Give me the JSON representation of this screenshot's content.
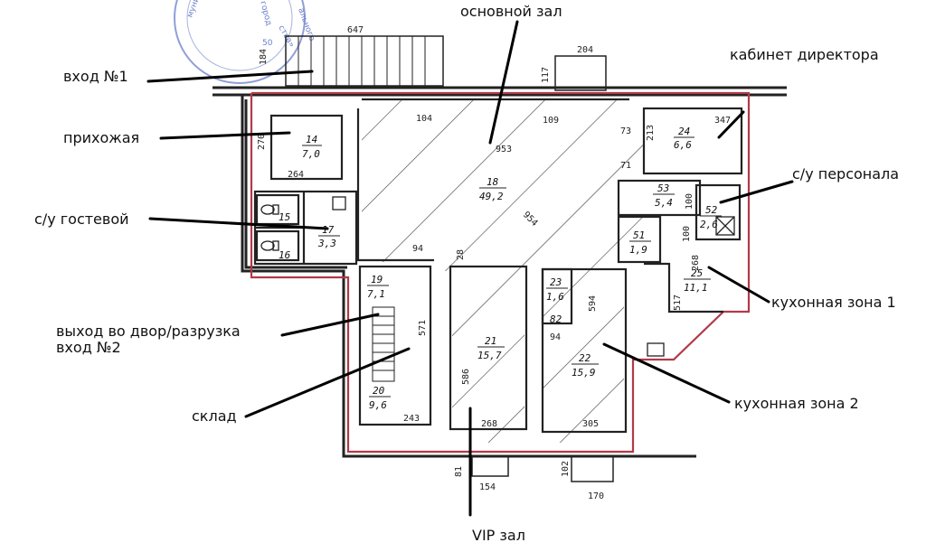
{
  "labels": {
    "main_hall": "основной зал",
    "entrance_1": "вход №1",
    "director": "кабинет директора",
    "hallway": "прихожая",
    "staff_wc": "с/у персонала",
    "guest_wc": "с/у гостевой",
    "kitchen_1": "кухонная зона 1",
    "exit_yard": "выход во двор/разрузка",
    "entrance_2": "вход №2",
    "storage": "склад",
    "kitchen_2": "кухонная зона 2",
    "vip_hall": "VIP зал"
  },
  "rooms": {
    "r14": {
      "num": "14",
      "area": "7,0"
    },
    "r18": {
      "num": "18",
      "area": "49,2"
    },
    "r24": {
      "num": "24",
      "area": "6,6"
    },
    "r53": {
      "num": "53",
      "area": "5,4"
    },
    "r52": {
      "num": "52",
      "area": "2,6"
    },
    "r51": {
      "num": "51",
      "area": "1,9"
    },
    "r17": {
      "num": "17",
      "area": "3,3"
    },
    "r25": {
      "num": "25",
      "area": "11,1"
    },
    "r19": {
      "num": "19",
      "area": "7,1"
    },
    "r21": {
      "num": "21",
      "area": "15,7"
    },
    "r23": {
      "num": "23",
      "area": "1,6"
    },
    "r22": {
      "num": "22",
      "area": "15,9"
    },
    "r20": {
      "num": "20",
      "area": "9,6"
    },
    "r15": {
      "num": "15"
    },
    "r16": {
      "num": "16"
    },
    "r82": {
      "num": "82"
    }
  },
  "dims": {
    "d647": "647",
    "d184": "184",
    "d204": "204",
    "d117": "117",
    "d347": "347",
    "d270": "270",
    "d104": "104",
    "d953": "953",
    "d109": "109",
    "d73": "73",
    "d213": "213",
    "d264": "264",
    "d71": "71",
    "d100a": "100",
    "d100b": "100",
    "d954": "954",
    "d94a": "94",
    "d28": "28",
    "d268a": "268",
    "d594": "594",
    "d517": "517",
    "d571": "571",
    "d586": "586",
    "d94b": "94",
    "d243": "243",
    "d268b": "268",
    "d305": "305",
    "d81": "81",
    "d154": "154",
    "d102": "102",
    "d170": "170"
  },
  "stamp": {
    "t1": "ального",
    "t2": "ства»",
    "t3": "город",
    "t4": "муни",
    "t5": "50"
  },
  "colors": {
    "outline_red": "#b23a48",
    "wall": "#222222",
    "stamp_blue": "#6b7fc8",
    "hatch": "#333333"
  }
}
